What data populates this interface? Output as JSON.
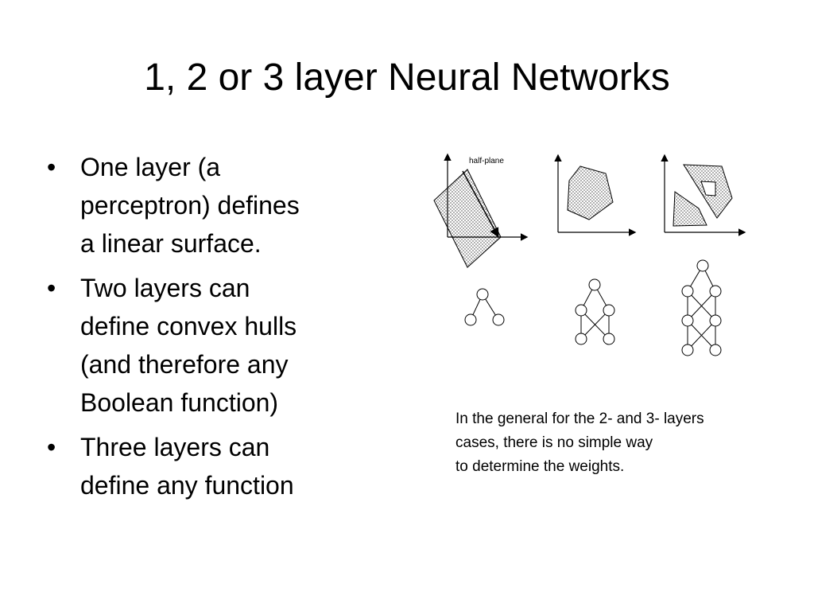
{
  "slide": {
    "title": "1, 2 or 3 layer Neural Networks",
    "bullets": [
      {
        "lines": [
          "One layer (a",
          "perceptron) defines",
          "a linear surface."
        ]
      },
      {
        "lines": [
          "Two layers can",
          "define convex hulls",
          "(and therefore any",
          "Boolean function)"
        ]
      },
      {
        "lines": [
          "Three layers can",
          "define any function"
        ]
      }
    ],
    "figure": {
      "half_plane_label": "half-plane"
    },
    "caption": {
      "lines": [
        "In the general for the 2- and 3- layers",
        "cases, there is no simple way",
        "to determine the weights."
      ]
    }
  },
  "colors": {
    "background": "#ffffff",
    "text": "#000000",
    "fill_pattern": "#9a9a9a"
  }
}
